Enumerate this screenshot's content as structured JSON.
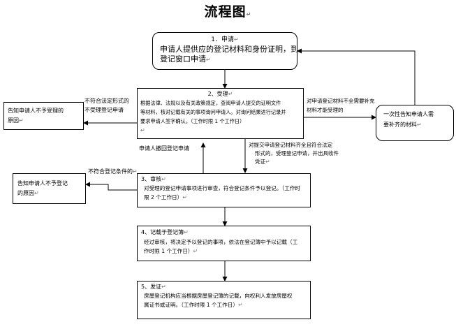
{
  "title": "流程图",
  "steps": {
    "apply": {
      "heading": "1．申请",
      "lines": [
        "申请人提供应的登记材料和身份证明，到",
        "登记窗口申请"
      ]
    },
    "accept": {
      "heading": "2、受理",
      "lines": [
        "根据法律、法规以及有关政策规定，查阅申请人提交的证明文件",
        "等材料，核对记载有关的事项询问申请人。对询问结果进行记录并",
        "要求申请人签字确认。（工作时限 1 个工作日）"
      ]
    },
    "review": {
      "heading": "3、审核",
      "lines": [
        "对受理的登记申请事项进行审查，符合登记条件予以登记。（工作时",
        "限 2 个工作日）"
      ]
    },
    "register": {
      "heading": "4、记载于登记簿",
      "lines": [
        "经过审核，将决定予以登记的事项，依法在登记簿中予以记载（工",
        "作时限 1 个工作日）"
      ]
    },
    "issue": {
      "heading": "5、发证",
      "lines": [
        "房屋登记机构应当根据房屋登记簿的记载，向权利人发放房屋权",
        "属证书或证明。（工作时限 1 个工作日）"
      ]
    }
  },
  "side_boxes": {
    "reject_accept": [
      "告知申请人不予受理的",
      "原因"
    ],
    "reject_register": [
      "告知申请人不予登记",
      "的原因"
    ],
    "supplement": [
      "一次性告知申请人需",
      "要补齐的材料"
    ]
  },
  "arrow_labels": {
    "not_legal_form": [
      "不符合法定形式的",
      "不受理登记申请"
    ],
    "incomplete_materials": [
      "对申请登记材料不全需要补充",
      "材料才能受理的"
    ],
    "withdraw": "申请人撤回登记申请",
    "accepted": [
      "对提交申请登记材料齐全且符合法定",
      "形式的，受理登记申请，并出具收件",
      "凭证"
    ],
    "not_meet_conditions": "不符合登记条件的"
  }
}
